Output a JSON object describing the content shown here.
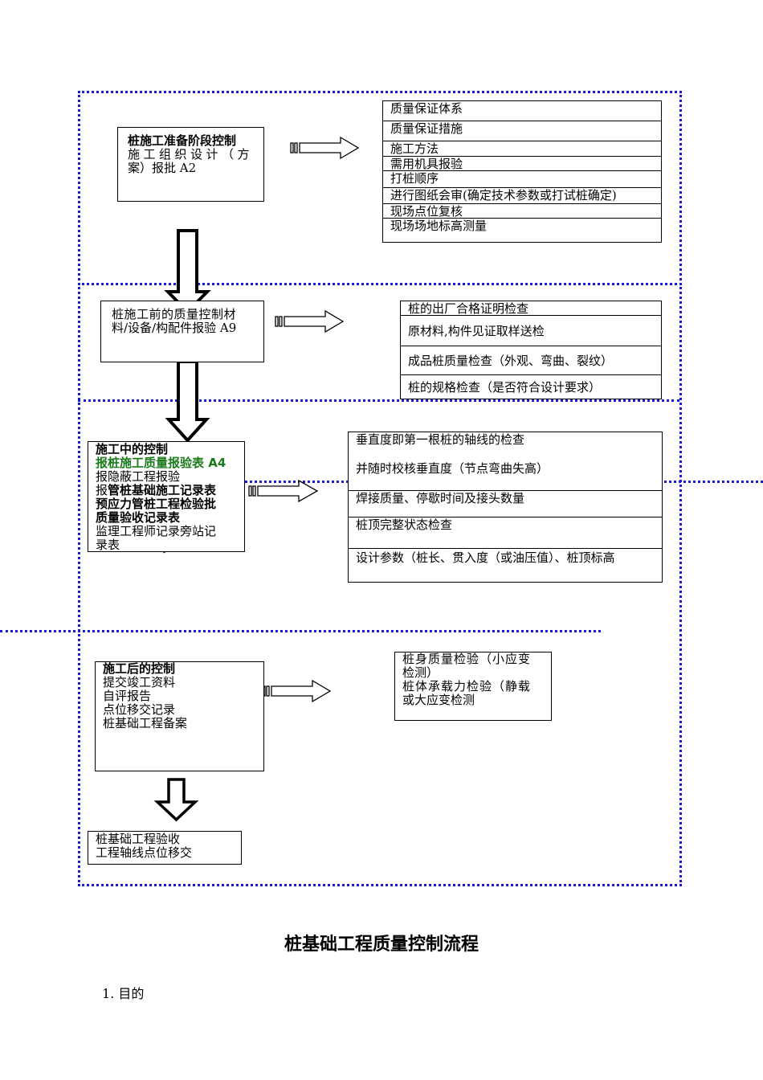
{
  "colors": {
    "dotted": "#1a1adc",
    "highlight": "#1a7a1a"
  },
  "stage1": {
    "title": "桩施工准备阶段控制",
    "line1": "施工组织设计（方",
    "line2": "案）报批 A2",
    "items": [
      "质量保证体系",
      "质量保证措施",
      "施工方法",
      "需用机具报验",
      "打桩顺序",
      "进行图纸会审(确定技术参数或打试桩确定)",
      "现场点位复核",
      "现场场地标高测量"
    ]
  },
  "stage2": {
    "line1": "桩施工前的质量控制材",
    "line2": "料/设备/构配件报验 A9",
    "items": [
      "桩的出厂合格证明检查",
      "原材料,构件见证取样送检",
      "成品桩质量检查（外观、弯曲、裂纹）",
      "桩的规格检查（是否符合设计要求）"
    ]
  },
  "stage3": {
    "title": "施工中的控制",
    "line_green": "报桩施工质量报验表 A4",
    "line3": "报隐蔽工程报验",
    "line4_prefix": "报",
    "line4_bold": "管桩基础施工记录表",
    "line5": "预应力管桩工程检验批",
    "line6": "质量验收记录表",
    "line7": "监理工程师记录旁站记",
    "line8": "录表",
    "items": [
      "垂直度即第一根桩的轴线的检查",
      "并随时校核垂直度（节点弯曲失高）",
      "焊接质量、停歇时间及接头数量",
      "桩顶完整状态检查",
      "设计参数（桩长、贯入度（或油压值）、桩顶标高"
    ]
  },
  "stage4": {
    "title": "施工后的控制",
    "lines": [
      "提交竣工资料",
      "自评报告",
      "点位移交记录",
      "桩基础工程备案"
    ],
    "side_lines": [
      "桩身质量检验（小应变",
      "检测）",
      "桩体承载力检验（静载",
      "或大应变检测"
    ]
  },
  "final": {
    "lines": [
      "桩基础工程验收",
      "工程轴线点位移交"
    ]
  },
  "doc": {
    "title": "桩基础工程质量控制流程",
    "section": "1. 目的"
  }
}
